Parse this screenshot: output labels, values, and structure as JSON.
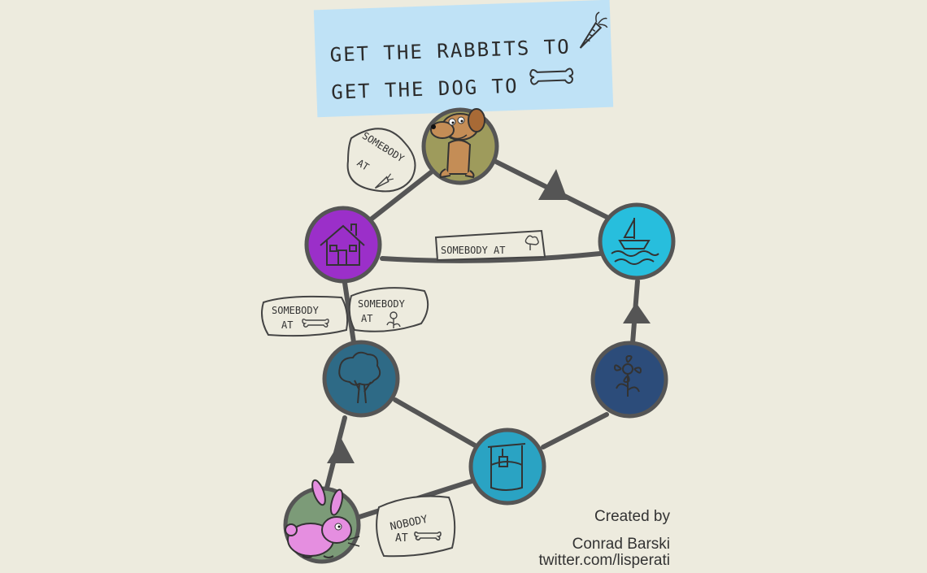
{
  "goal": {
    "line1": "GET THE RABBITS TO",
    "line2": "GET THE DOG TO",
    "line1_icon": "carrot-icon",
    "line2_icon": "bone-icon"
  },
  "edge_labels": {
    "dog_house": [
      "SOMEBODY",
      "AT"
    ],
    "house_boat": [
      "SOMEBODY AT"
    ],
    "house_tree_left": [
      "SOMEBODY",
      "AT"
    ],
    "house_tree_right": [
      "SOMEBODY",
      "AT"
    ],
    "rabbit_well": [
      "NOBODY",
      "AT"
    ]
  },
  "nodes": {
    "dog": {
      "icon": "dog-icon",
      "color": "#9e9b5c"
    },
    "house": {
      "icon": "house-icon",
      "color": "#9b2fc9"
    },
    "boat": {
      "icon": "boat-icon",
      "color": "#27bedd"
    },
    "tree": {
      "icon": "tree-icon",
      "color": "#2e6a86"
    },
    "flower": {
      "icon": "flower-icon",
      "color": "#2c4c7a"
    },
    "well": {
      "icon": "well-icon",
      "color": "#2aa3c3"
    },
    "rabbit": {
      "icon": "rabbit-icon",
      "color": "#7c9b78"
    }
  },
  "credits": {
    "line1": "Created by",
    "line2": "Conrad Barski",
    "line3": "twitter.com/lisperati"
  }
}
